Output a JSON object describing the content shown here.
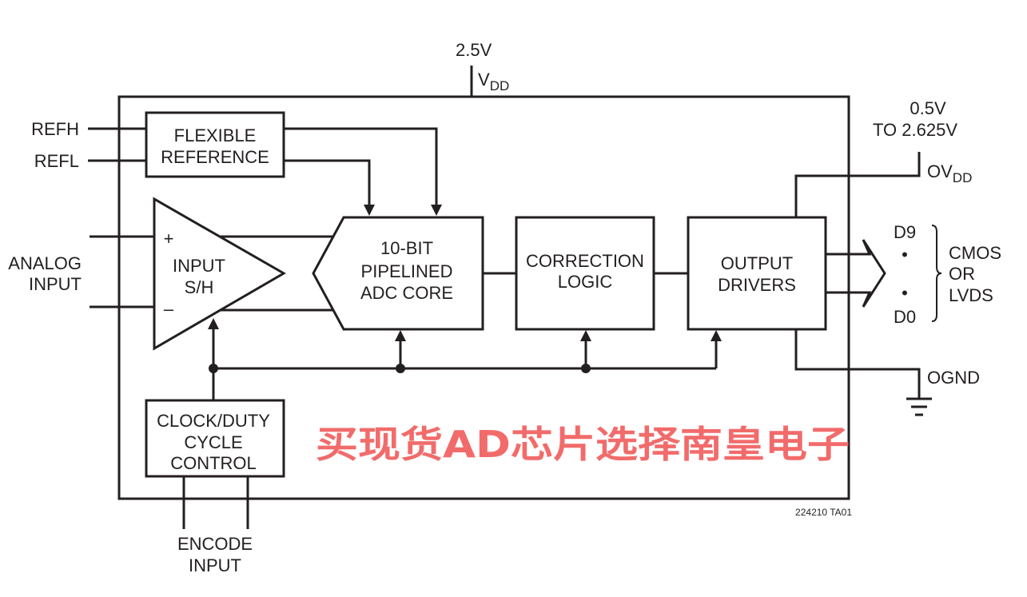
{
  "supply": {
    "voltage": "2.5V",
    "name": "V",
    "name_sub": "DD"
  },
  "output_supply": {
    "range_line1": "0.5V",
    "range_line2": "TO 2.625V",
    "name": "OV",
    "name_sub": "DD"
  },
  "ground": {
    "label": "OGND"
  },
  "reference_pins": {
    "refh": "REFH",
    "refl": "REFL"
  },
  "analog_input": {
    "line1": "ANALOG",
    "line2": "INPUT"
  },
  "encode_input": {
    "line1": "ENCODE",
    "line2": "INPUT"
  },
  "blocks": {
    "flexible_reference": {
      "line1": "FLEXIBLE",
      "line2": "REFERENCE"
    },
    "input_sh": {
      "line1": "INPUT",
      "line2": "S/H",
      "plus": "+",
      "minus": "–"
    },
    "adc_core": {
      "line1": "10-BIT",
      "line2": "PIPELINED",
      "line3": "ADC CORE"
    },
    "correction_logic": {
      "line1": "CORRECTION",
      "line2": "LOGIC"
    },
    "output_drivers": {
      "line1": "OUTPUT",
      "line2": "DRIVERS"
    },
    "clock_control": {
      "line1": "CLOCK/DUTY",
      "line2": "CYCLE",
      "line3": "CONTROL"
    }
  },
  "outputs": {
    "msb": "D9",
    "lsb": "D0",
    "bullet": "•",
    "type_line1": "CMOS",
    "type_line2": "OR",
    "type_line3": "LVDS"
  },
  "figure_id": "224210 TA01",
  "watermark": "买现货AD芯片选择南皇电子"
}
